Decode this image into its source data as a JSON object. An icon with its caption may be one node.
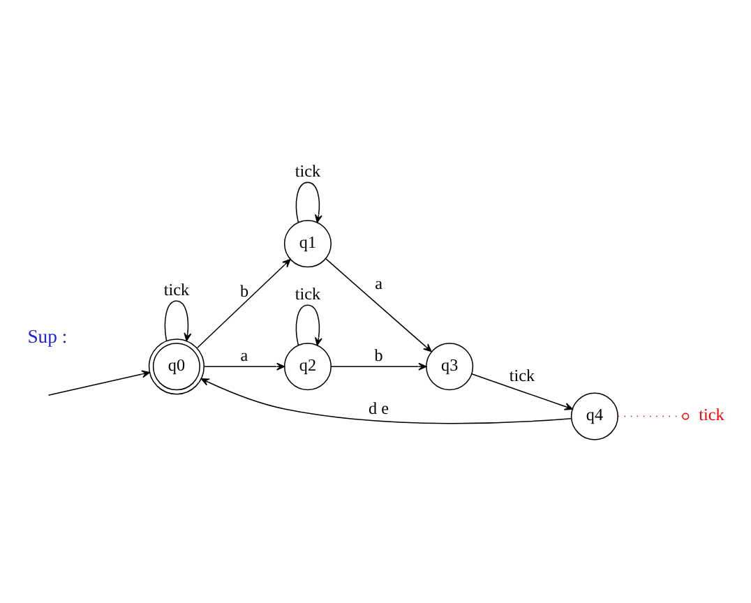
{
  "diagram": {
    "nodes": [
      {
        "text": [
          "q0"
        ]
      },
      {
        "text": [
          "q1"
        ]
      },
      {
        "text": [
          "q2"
        ]
      },
      {
        "text": [
          "q3"
        ]
      },
      {
        "text": [
          "q4"
        ]
      },
      {
        "text": [
          "tick"
        ]
      }
    ],
    "edges": [
      {
        "from": null,
        "to": 0,
        "arrow": "to"
      },
      {
        "from": 0,
        "to": 0,
        "arrow": "to",
        "label": "tick"
      },
      {
        "from": 0,
        "to": 1,
        "arrow": "to",
        "label": "b"
      },
      {
        "from": 1,
        "to": 1,
        "arrow": "to",
        "label": "tick"
      },
      {
        "from": 1,
        "to": 3,
        "arrow": "to",
        "label": "a"
      },
      {
        "from": 0,
        "to": 2,
        "arrow": "to",
        "label": "a"
      },
      {
        "from": 2,
        "to": 2,
        "arrow": "to",
        "label": "tick"
      },
      {
        "from": 2,
        "to": 3,
        "arrow": "to",
        "label": "b"
      },
      {
        "from": 3,
        "to": 4,
        "arrow": "to",
        "label": "tick"
      },
      {
        "from": 4,
        "to": 0,
        "arrow": "to",
        "label": "d e"
      },
      {
        "from": 4,
        "to": 5,
        "arrow": "other",
        "style": "dashed",
        "color": "#ff0000"
      }
    ],
    "labels": [
      "Sup :"
    ]
  }
}
